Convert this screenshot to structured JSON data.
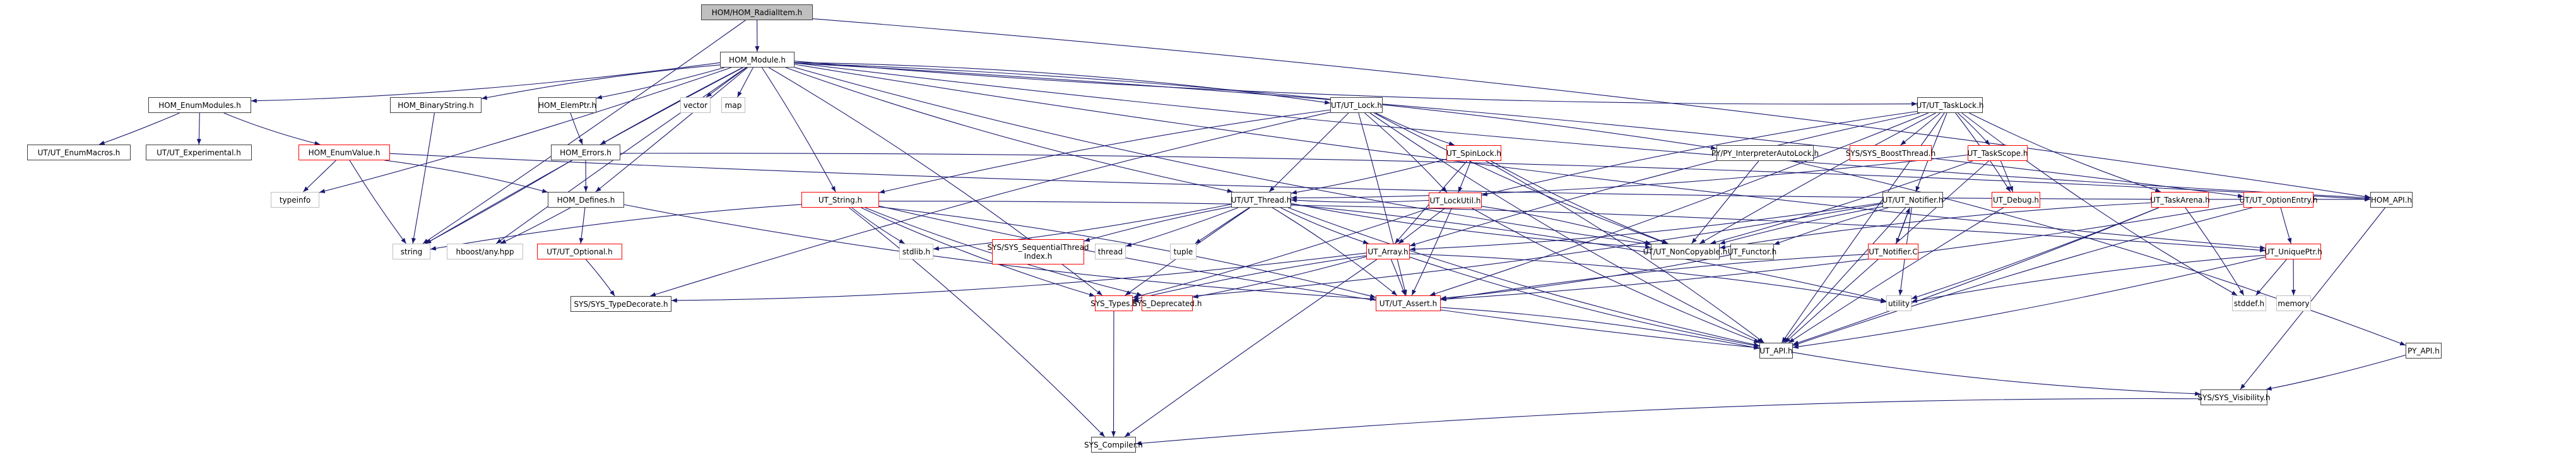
{
  "title": "HOM/HOM_RadialItem.h",
  "colors": {
    "edge": "#191970",
    "node_border": "#404040",
    "red_border": "#ff0000",
    "system_border": "#bfbfbf",
    "root_fill": "#bfbfbf"
  },
  "nodes": [
    {
      "id": "radialitem",
      "label": "HOM/HOM_RadialItem.h",
      "style": "root"
    },
    {
      "id": "module",
      "label": "HOM_Module.h",
      "style": "normal"
    },
    {
      "id": "enummodules",
      "label": "HOM_EnumModules.h",
      "style": "normal"
    },
    {
      "id": "binarystring",
      "label": "HOM_BinaryString.h",
      "style": "normal"
    },
    {
      "id": "elemptr",
      "label": "HOM_ElemPtr.h",
      "style": "normal"
    },
    {
      "id": "vector",
      "label": "vector",
      "style": "gray"
    },
    {
      "id": "map",
      "label": "map",
      "style": "gray"
    },
    {
      "id": "utlock",
      "label": "UT/UT_Lock.h",
      "style": "normal"
    },
    {
      "id": "tasklock",
      "label": "UT/UT_TaskLock.h",
      "style": "normal"
    },
    {
      "id": "enummacros",
      "label": "UT/UT_EnumMacros.h",
      "style": "normal"
    },
    {
      "id": "experimental",
      "label": "UT/UT_Experimental.h",
      "style": "normal"
    },
    {
      "id": "enumvalue",
      "label": "HOM_EnumValue.h",
      "style": "red"
    },
    {
      "id": "errors",
      "label": "HOM_Errors.h",
      "style": "normal"
    },
    {
      "id": "typeinfo",
      "label": "typeinfo",
      "style": "gray"
    },
    {
      "id": "defines",
      "label": "HOM_Defines.h",
      "style": "normal"
    },
    {
      "id": "string",
      "label": "string",
      "style": "gray"
    },
    {
      "id": "anyhpp",
      "label": "hboost/any.hpp",
      "style": "gray"
    },
    {
      "id": "optional",
      "label": "UT/UT_Optional.h",
      "style": "red"
    },
    {
      "id": "typedecorate",
      "label": "SYS/SYS_TypeDecorate.h",
      "style": "normal"
    },
    {
      "id": "utstring",
      "label": "UT_String.h",
      "style": "red"
    },
    {
      "id": "stdlib",
      "label": "stdlib.h",
      "style": "gray"
    },
    {
      "id": "seqthread",
      "label": "SYS/SYS_SequentialThread\nIndex.h",
      "style": "red"
    },
    {
      "id": "thread",
      "label": "thread",
      "style": "gray"
    },
    {
      "id": "tuple",
      "label": "tuple",
      "style": "gray"
    },
    {
      "id": "utthread",
      "label": "UT/UT_Thread.h",
      "style": "normal"
    },
    {
      "id": "spinlock",
      "label": "UT_SpinLock.h",
      "style": "red"
    },
    {
      "id": "lockutil",
      "label": "UT_LockUtil.h",
      "style": "red"
    },
    {
      "id": "utarray",
      "label": "UT_Array.h",
      "style": "red"
    },
    {
      "id": "systypes",
      "label": "SYS_Types.h",
      "style": "red"
    },
    {
      "id": "deprecated",
      "label": "SYS_Deprecated.h",
      "style": "red"
    },
    {
      "id": "utassert",
      "label": "UT/UT_Assert.h",
      "style": "red"
    },
    {
      "id": "compiler",
      "label": "SYS_Compiler.h",
      "style": "normal"
    },
    {
      "id": "pyautolock",
      "label": "PY/PY_InterpreterAutoLock.h",
      "style": "normal"
    },
    {
      "id": "boostthread",
      "label": "SYS/SYS_BoostThread.h",
      "style": "red"
    },
    {
      "id": "taskscope",
      "label": "UT_TaskScope.h",
      "style": "red"
    },
    {
      "id": "noncopyable",
      "label": "UT/UT_NonCopyable.h",
      "style": "normal"
    },
    {
      "id": "functor",
      "label": "UT_Functor.h",
      "style": "normal"
    },
    {
      "id": "notifier",
      "label": "UT/UT_Notifier.h",
      "style": "normal"
    },
    {
      "id": "notifierc",
      "label": "UT_Notifier.C",
      "style": "red"
    },
    {
      "id": "debug",
      "label": "UT_Debug.h",
      "style": "red"
    },
    {
      "id": "taskarena",
      "label": "UT_TaskArena.h",
      "style": "red"
    },
    {
      "id": "optionentry",
      "label": "UT/UT_OptionEntry.h",
      "style": "red"
    },
    {
      "id": "homapi",
      "label": "HOM_API.h",
      "style": "normal"
    },
    {
      "id": "uniqueptr",
      "label": "UT_UniquePtr.h",
      "style": "red"
    },
    {
      "id": "utility",
      "label": "utility",
      "style": "gray"
    },
    {
      "id": "stddef",
      "label": "stddef.h",
      "style": "gray"
    },
    {
      "id": "memory",
      "label": "memory",
      "style": "gray"
    },
    {
      "id": "utapi",
      "label": "UT_API.h",
      "style": "normal"
    },
    {
      "id": "pyapi",
      "label": "PY_API.h",
      "style": "normal"
    },
    {
      "id": "visibility",
      "label": "SYS/SYS_Visibility.h",
      "style": "normal"
    }
  ],
  "edges": [
    [
      "radialitem",
      "module"
    ],
    [
      "radialitem",
      "string"
    ],
    [
      "radialitem",
      "homapi"
    ],
    [
      "module",
      "enummodules"
    ],
    [
      "module",
      "binarystring"
    ],
    [
      "module",
      "elemptr"
    ],
    [
      "module",
      "vector"
    ],
    [
      "module",
      "map"
    ],
    [
      "module",
      "utlock"
    ],
    [
      "module",
      "tasklock"
    ],
    [
      "module",
      "errors"
    ],
    [
      "module",
      "defines"
    ],
    [
      "module",
      "string"
    ],
    [
      "module",
      "typeinfo"
    ],
    [
      "module",
      "anyhpp"
    ],
    [
      "module",
      "utthread"
    ],
    [
      "module",
      "pyautolock"
    ],
    [
      "module",
      "homapi"
    ],
    [
      "module",
      "optionentry"
    ],
    [
      "module",
      "uniqueptr"
    ],
    [
      "module",
      "systypes"
    ],
    [
      "module",
      "noncopyable"
    ],
    [
      "module",
      "utstring"
    ],
    [
      "enummodules",
      "enummacros"
    ],
    [
      "enummodules",
      "experimental"
    ],
    [
      "enummodules",
      "enumvalue"
    ],
    [
      "enumvalue",
      "typeinfo"
    ],
    [
      "enumvalue",
      "string"
    ],
    [
      "enumvalue",
      "defines"
    ],
    [
      "enumvalue",
      "homapi"
    ],
    [
      "binarystring",
      "string"
    ],
    [
      "elemptr",
      "errors"
    ],
    [
      "errors",
      "defines"
    ],
    [
      "errors",
      "string"
    ],
    [
      "errors",
      "homapi"
    ],
    [
      "defines",
      "anyhpp"
    ],
    [
      "defines",
      "optional"
    ],
    [
      "defines",
      "utassert"
    ],
    [
      "optional",
      "typedecorate"
    ],
    [
      "utlock",
      "spinlock"
    ],
    [
      "utlock",
      "lockutil"
    ],
    [
      "utlock",
      "utthread"
    ],
    [
      "utlock",
      "utstring"
    ],
    [
      "utlock",
      "noncopyable"
    ],
    [
      "utlock",
      "utassert"
    ],
    [
      "utlock",
      "utapi"
    ],
    [
      "utlock",
      "typedecorate"
    ],
    [
      "utstring",
      "stdlib"
    ],
    [
      "utstring",
      "string"
    ],
    [
      "utstring",
      "systypes"
    ],
    [
      "utstring",
      "utassert"
    ],
    [
      "utstring",
      "utapi"
    ],
    [
      "utstring",
      "compiler"
    ],
    [
      "utstring",
      "deprecated"
    ],
    [
      "utstring",
      "uniqueptr"
    ],
    [
      "utthread",
      "stdlib"
    ],
    [
      "utthread",
      "seqthread"
    ],
    [
      "utthread",
      "thread"
    ],
    [
      "utthread",
      "tuple"
    ],
    [
      "utthread",
      "utarray"
    ],
    [
      "utthread",
      "systypes"
    ],
    [
      "utthread",
      "utapi"
    ],
    [
      "utthread",
      "utassert"
    ],
    [
      "utthread",
      "noncopyable"
    ],
    [
      "utthread",
      "utility"
    ],
    [
      "spinlock",
      "utthread"
    ],
    [
      "spinlock",
      "lockutil"
    ],
    [
      "spinlock",
      "utarray"
    ],
    [
      "spinlock",
      "utapi"
    ],
    [
      "spinlock",
      "noncopyable"
    ],
    [
      "lockutil",
      "utarray"
    ],
    [
      "lockutil",
      "utthread"
    ],
    [
      "lockutil",
      "utassert"
    ],
    [
      "lockutil",
      "utapi"
    ],
    [
      "lockutil",
      "noncopyable"
    ],
    [
      "lockutil",
      "systypes"
    ],
    [
      "utarray",
      "systypes"
    ],
    [
      "utarray",
      "deprecated"
    ],
    [
      "utarray",
      "utassert"
    ],
    [
      "utarray",
      "utapi"
    ],
    [
      "utarray",
      "compiler"
    ],
    [
      "utarray",
      "typedecorate"
    ],
    [
      "utarray",
      "utility"
    ],
    [
      "systypes",
      "compiler"
    ],
    [
      "utassert",
      "utapi"
    ],
    [
      "utapi",
      "visibility"
    ],
    [
      "visibility",
      "compiler"
    ],
    [
      "pyautolock",
      "noncopyable"
    ],
    [
      "pyautolock",
      "pyapi"
    ],
    [
      "tasklock",
      "boostthread"
    ],
    [
      "tasklock",
      "taskscope"
    ],
    [
      "tasklock",
      "taskarena"
    ],
    [
      "tasklock",
      "lockutil"
    ],
    [
      "tasklock",
      "notifier"
    ],
    [
      "tasklock",
      "debug"
    ],
    [
      "tasklock",
      "utapi"
    ],
    [
      "tasklock",
      "utarray"
    ],
    [
      "tasklock",
      "stddef"
    ],
    [
      "tasklock",
      "noncopyable"
    ],
    [
      "tasklock",
      "utassert"
    ],
    [
      "taskscope",
      "debug"
    ],
    [
      "taskscope",
      "utthread"
    ],
    [
      "taskscope",
      "utapi"
    ],
    [
      "taskscope",
      "noncopyable"
    ],
    [
      "notifier",
      "notifierc"
    ],
    [
      "notifierc",
      "notifier"
    ],
    [
      "notifier",
      "functor"
    ],
    [
      "notifier",
      "utility"
    ],
    [
      "notifier",
      "noncopyable"
    ],
    [
      "notifier",
      "utarray"
    ],
    [
      "notifier",
      "utapi"
    ],
    [
      "notifier",
      "systypes"
    ],
    [
      "notifierc",
      "utassert"
    ],
    [
      "functor",
      "utassert"
    ],
    [
      "debug",
      "utapi"
    ],
    [
      "taskarena",
      "utility"
    ],
    [
      "taskarena",
      "stddef"
    ],
    [
      "taskarena",
      "utapi"
    ],
    [
      "taskarena",
      "noncopyable"
    ],
    [
      "optionentry",
      "uniqueptr"
    ],
    [
      "optionentry",
      "utapi"
    ],
    [
      "optionentry",
      "utassert"
    ],
    [
      "uniqueptr",
      "stddef"
    ],
    [
      "uniqueptr",
      "memory"
    ],
    [
      "uniqueptr",
      "utility"
    ],
    [
      "uniqueptr",
      "utapi"
    ],
    [
      "homapi",
      "visibility"
    ],
    [
      "pyapi",
      "visibility"
    ]
  ]
}
